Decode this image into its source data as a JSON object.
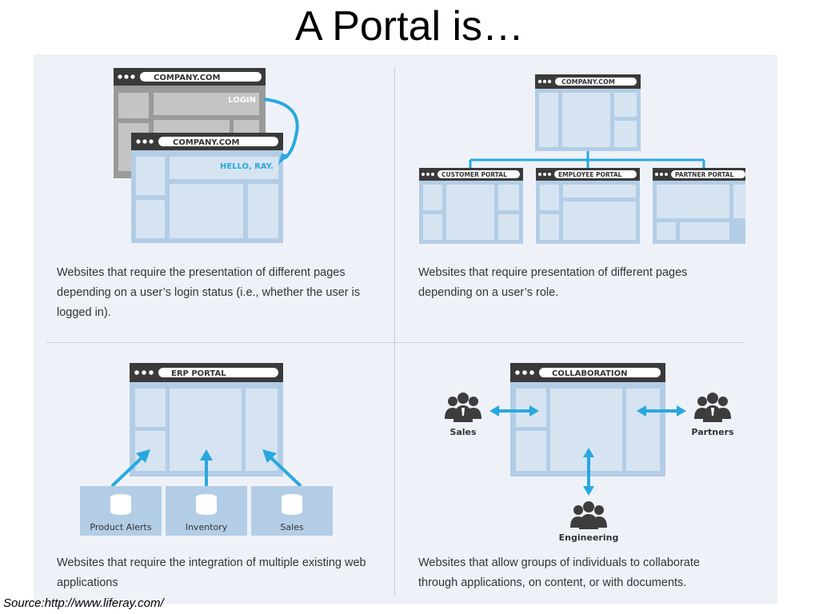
{
  "slide": {
    "title": "A Portal is…",
    "source": "Source:http://www.liferay.com/"
  },
  "quadrants": {
    "login": {
      "url_back": "COMPANY.COM",
      "login_label": "LOGIN",
      "url_front": "COMPANY.COM",
      "hello_label": "HELLO, RAY.",
      "caption": "Websites that require the presentation of different pages depending on a user’s login status (i.e., whether the user is logged in)."
    },
    "role": {
      "url_top": "COMPANY.COM",
      "portals": [
        "CUSTOMER PORTAL",
        "EMPLOYEE PORTAL",
        "PARTNER PORTAL"
      ],
      "caption": "Websites that require presentation of different pages depending on a user’s role."
    },
    "erp": {
      "url": "ERP PORTAL",
      "sources": [
        "Product Alerts",
        "Inventory",
        "Sales"
      ],
      "caption": "Websites that require the integration of multiple existing web applications"
    },
    "collab": {
      "url": "COLLABORATION",
      "groups": [
        "Sales",
        "Partners",
        "Engineering"
      ],
      "caption": "Websites that allow groups of individuals to collaborate through applications, on content, or with documents."
    }
  },
  "colors": {
    "panel_bg": "#eef2f8",
    "frame_blue": "#b3cde6",
    "pane_blue": "#d6e4f1",
    "titlebar_dark": "#3a3a3a",
    "accent_cyan": "#29a8df",
    "gray_window": "#9a9a9a",
    "people_dark": "#3d3d3d"
  }
}
